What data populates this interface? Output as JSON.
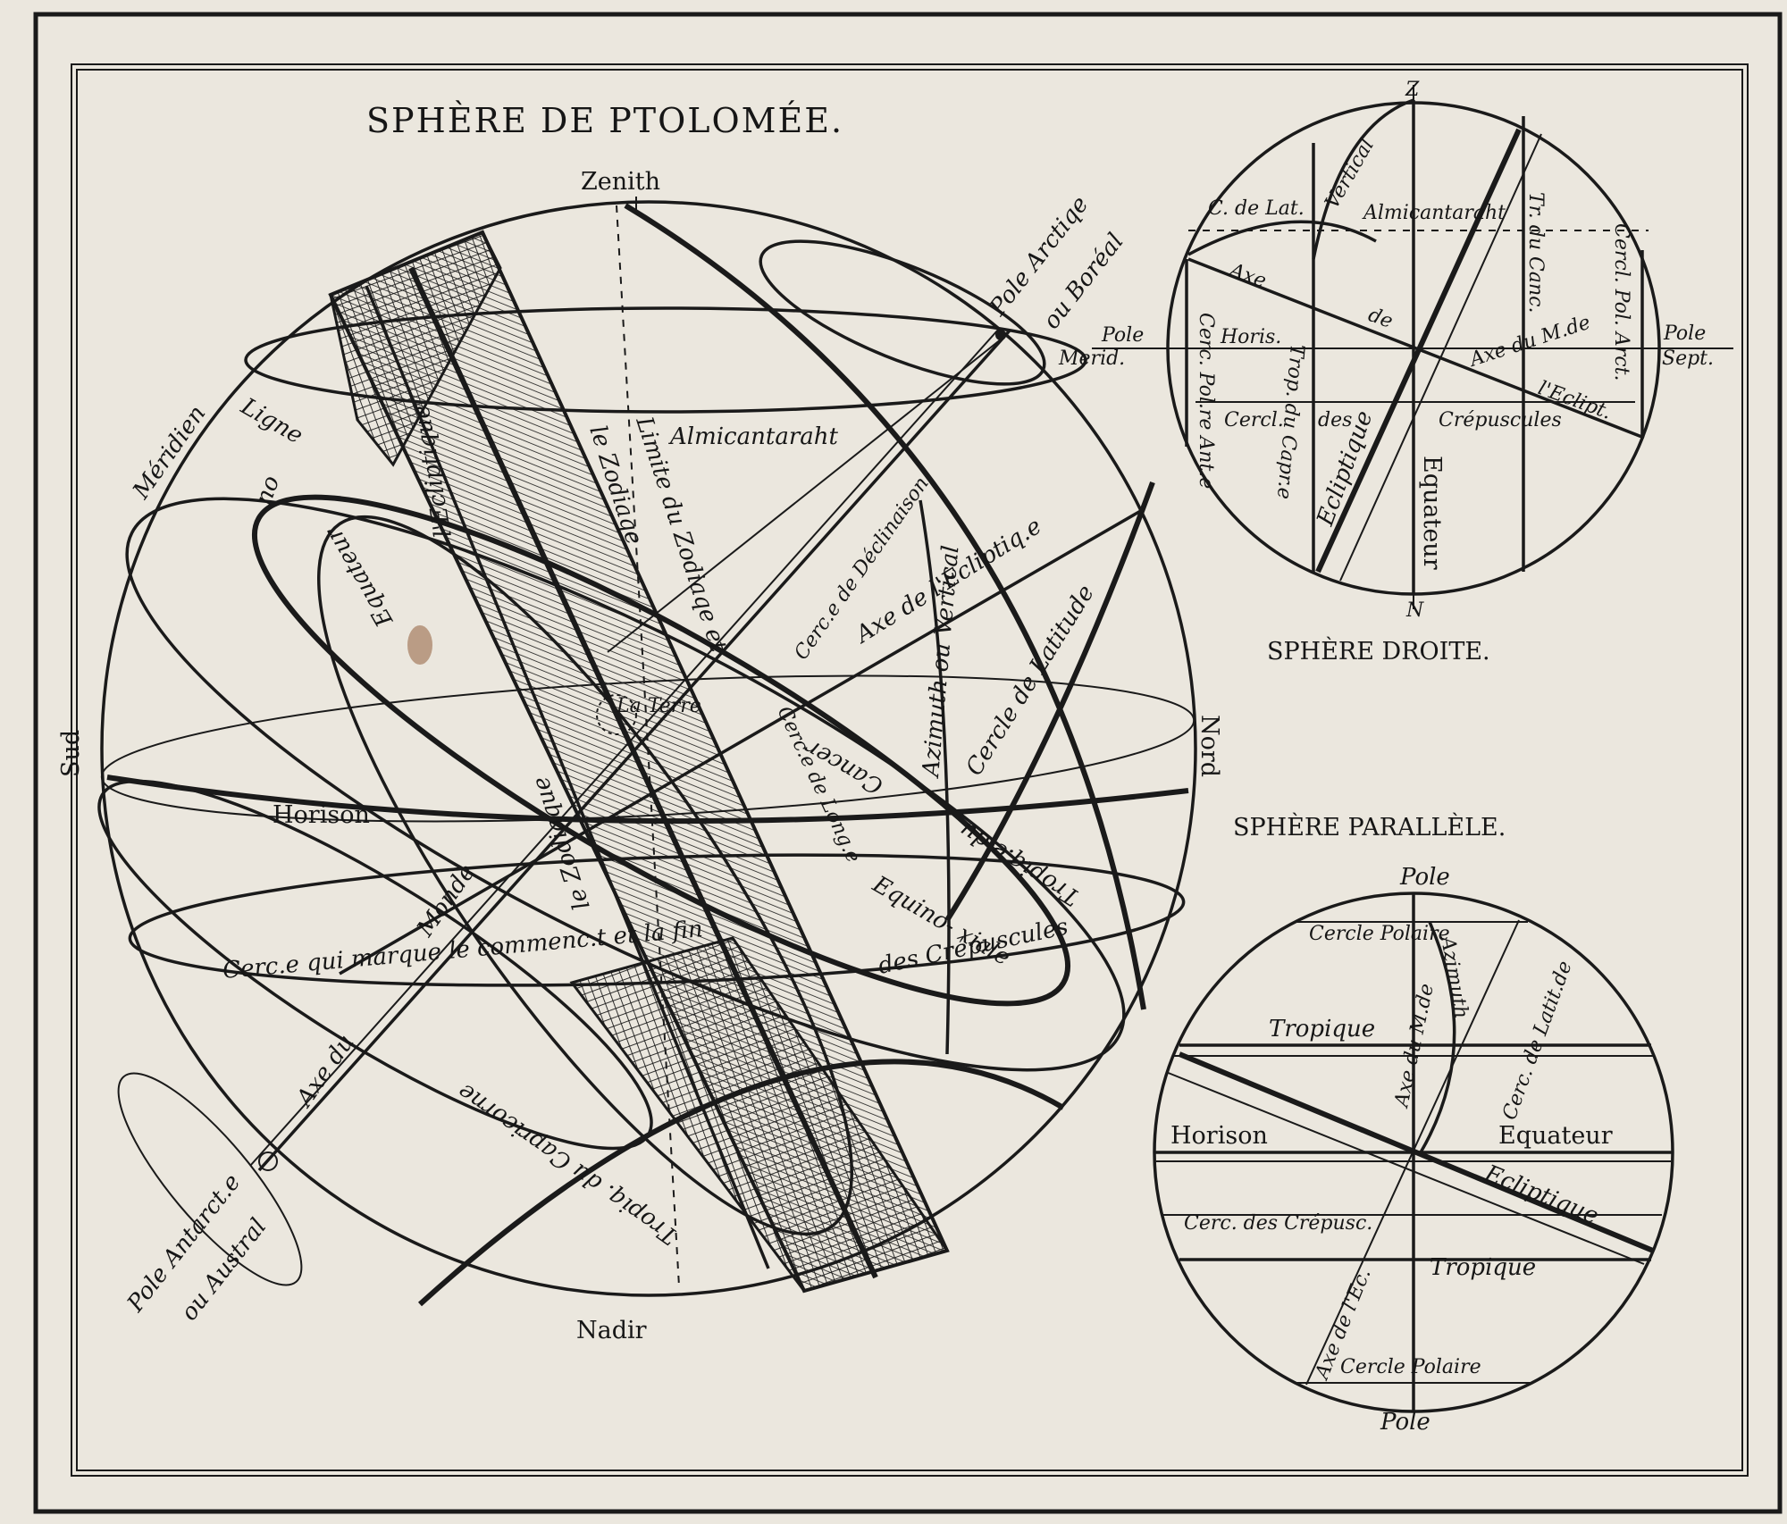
{
  "colors": {
    "paper": "#ebe7de",
    "ink": "#1a1a1a",
    "zodiac_fill": "#8c8a85",
    "stain": "#9a6a4a"
  },
  "ptolemy": {
    "title": "SPHÈRE DE PTOLOMÉE.",
    "zenith": "Zenith",
    "nadir": "Nadir",
    "sud": "Sud",
    "nord": "Nord",
    "pole_arctique": "Pole Arctiqe",
    "ou_boreal": "ou Boréal",
    "pole_antarct": "Pole Antarct.e",
    "ou_austral": "ou Austral",
    "meridien": "Méridien",
    "ligne": "Ligne",
    "ou": "ou",
    "equateur": "Equateur",
    "almicantaraht": "Almicantaraht",
    "limite_zodiaque": "Limite du Zodiaqe et",
    "le_zodiaque": "le Zodiaqe",
    "ecliptique": "l'Ecliptique",
    "la_terre": "La Terre",
    "horison": "Horison",
    "cerc_declinaison": "Cerc.e de Déclinaison",
    "axe_ecliptique": "Axe de l'Ecliptiq.e",
    "azimuth": "Azimuth ou Vertical",
    "cercle_latitude": "Cercle de Latitude",
    "cerc_longitude": "Cerc.e de Long.e",
    "cancer": "Cancer",
    "tropique_du": "Tropiq.e du",
    "equinoxiale": "Equino- xiale",
    "crepuscules": "des Crépuscules",
    "cerc_commencement": "Cerc.e qui marque le commenc.t et la fin",
    "monde": "Monde",
    "axe_du": "Axe du",
    "tropique_capricorne": "Tropiq. du Capricorne",
    "le_zodiaque_lower": "le Zodiaque"
  },
  "droite": {
    "title": "SPHÈRE DROITE.",
    "z": "Z",
    "n": "N",
    "c_de_lat": "C. de Lat.",
    "vertical": "Vertical",
    "almicantaraht": "Almicantaraht",
    "tr_du_canc": "Tr. du Canc.",
    "cercl_pol_arct": "Cercl. Pol. Arct.",
    "axe": "Axe",
    "de": "de",
    "pole": "Pole",
    "merid": "Merid.",
    "horis": "Horis.",
    "pole_r": "Pole",
    "sept": "Sept.",
    "cerc_pol_ant": "Cerc. Pol.re Ant.e",
    "trop_du_capr": "Trop. du Capr.e",
    "ecliptique": "Ecliptique",
    "axe_du_m": "Axe du M.de",
    "l_eclipt": "l'Eclipt.",
    "cercl": "Cercl.",
    "des": "des",
    "crepuscules": "Crépuscules",
    "equateur": "Equateur"
  },
  "parallele": {
    "title": "SPHÈRE PARALLÈLE.",
    "pole_top": "Pole",
    "pole_bottom": "Pole",
    "cercle_polaire_top": "Cercle Polaire",
    "azimuth": "Azimuth",
    "cerc_de_latit": "Cerc. de Latit.de",
    "axe_du_m": "Axe du M.de",
    "tropique_top": "Tropique",
    "horison": "Horison",
    "equateur": "Equateur",
    "ecliptique": "Ecliptique",
    "cerc_des_crepusc": "Cerc. des Crépusc.",
    "tropique_bottom": "Tropique",
    "axe_de_l_ec": "Axe de l'Ec.",
    "cercle_polaire_bottom": "Cercle Polaire"
  }
}
